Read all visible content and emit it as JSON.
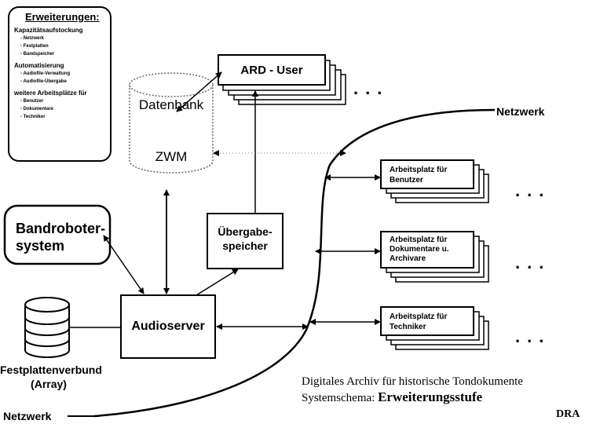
{
  "legend": {
    "title": "Erweiterungen:",
    "sections": [
      {
        "heading": "Kapazitätsaufstockung",
        "items": [
          "- Netzwerk",
          "- Festplatten",
          "- Bandspeicher"
        ]
      },
      {
        "heading": "Automatisierung",
        "items": [
          "- Audiofile-Verwaltung",
          "- Audiofile-Übergabe"
        ]
      },
      {
        "heading": "weitere Arbeitsplätze für",
        "items": [
          "- Benutzer",
          "- Dokumentare",
          "- Techniker"
        ]
      }
    ]
  },
  "nodes": {
    "ard_user": "ARD - User",
    "datenbank": "Datenbank",
    "zwm": "ZWM",
    "bandroboter_line1": "Bandroboter-",
    "bandroboter_line2": "system",
    "uebergabe_line1": "Übergabe-",
    "uebergabe_line2": "speicher",
    "audioserver": "Audioserver",
    "festplatten_line1": "Festplattenverbund",
    "festplatten_line2": "(Array)",
    "netzwerk_top": "Netzwerk",
    "netzwerk_bottom": "Netzwerk",
    "ap_benutzer_line1": "Arbeitsplatz für",
    "ap_benutzer_line2": "Benutzer",
    "ap_doku_line1": "Arbeitsplatz für",
    "ap_doku_line2": "Dokumentare u.",
    "ap_doku_line3": "Archivare",
    "ap_techniker_line1": "Arbeitsplatz für",
    "ap_techniker_line2": "Techniker"
  },
  "ellipsis": "...",
  "caption": {
    "line1": "Digitales Archiv für historische Tondokumente",
    "line2_prefix": "Systemschema: ",
    "line2_bold": "Erweiterungsstufe",
    "tag": "DRA"
  }
}
